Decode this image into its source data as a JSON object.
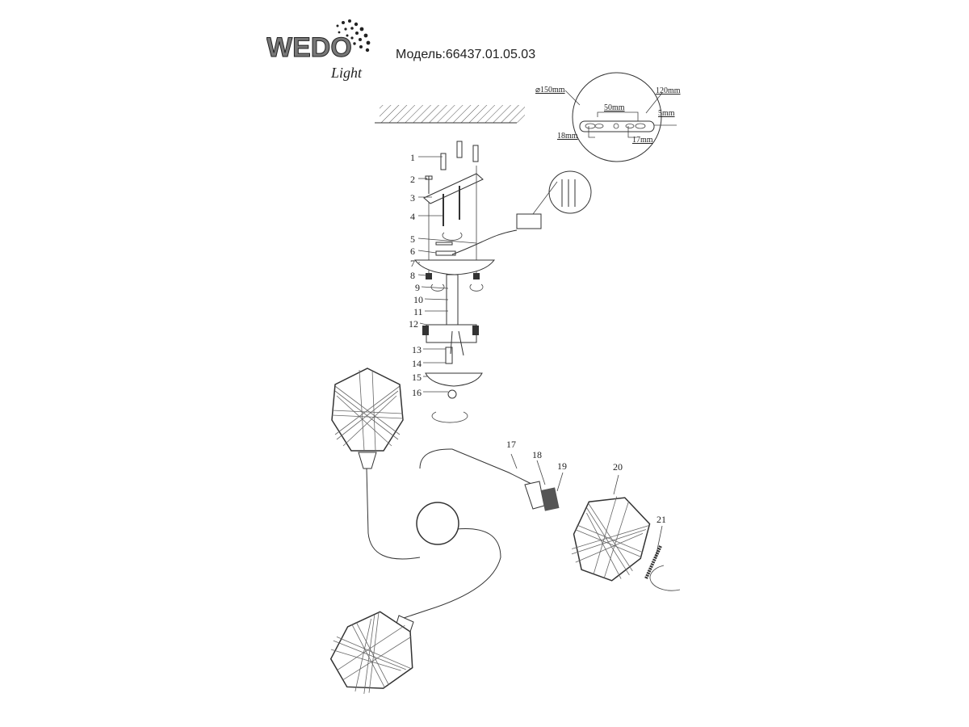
{
  "brand": {
    "logo_text": "WEDO",
    "logo_script": "Light"
  },
  "header": {
    "model": "Модель:66437.01.05.03"
  },
  "dimensions": {
    "diameter": "⌀150mm",
    "length": "120mm",
    "hole_spacing": "50mm",
    "thickness": "5mm",
    "left_offset": "18mm",
    "right_offset": "17mm"
  },
  "part_labels": [
    "1",
    "2",
    "3",
    "4",
    "5",
    "6",
    "7",
    "8",
    "9",
    "10",
    "11",
    "12",
    "13",
    "14",
    "15",
    "16",
    "17",
    "18",
    "19",
    "20",
    "21"
  ]
}
